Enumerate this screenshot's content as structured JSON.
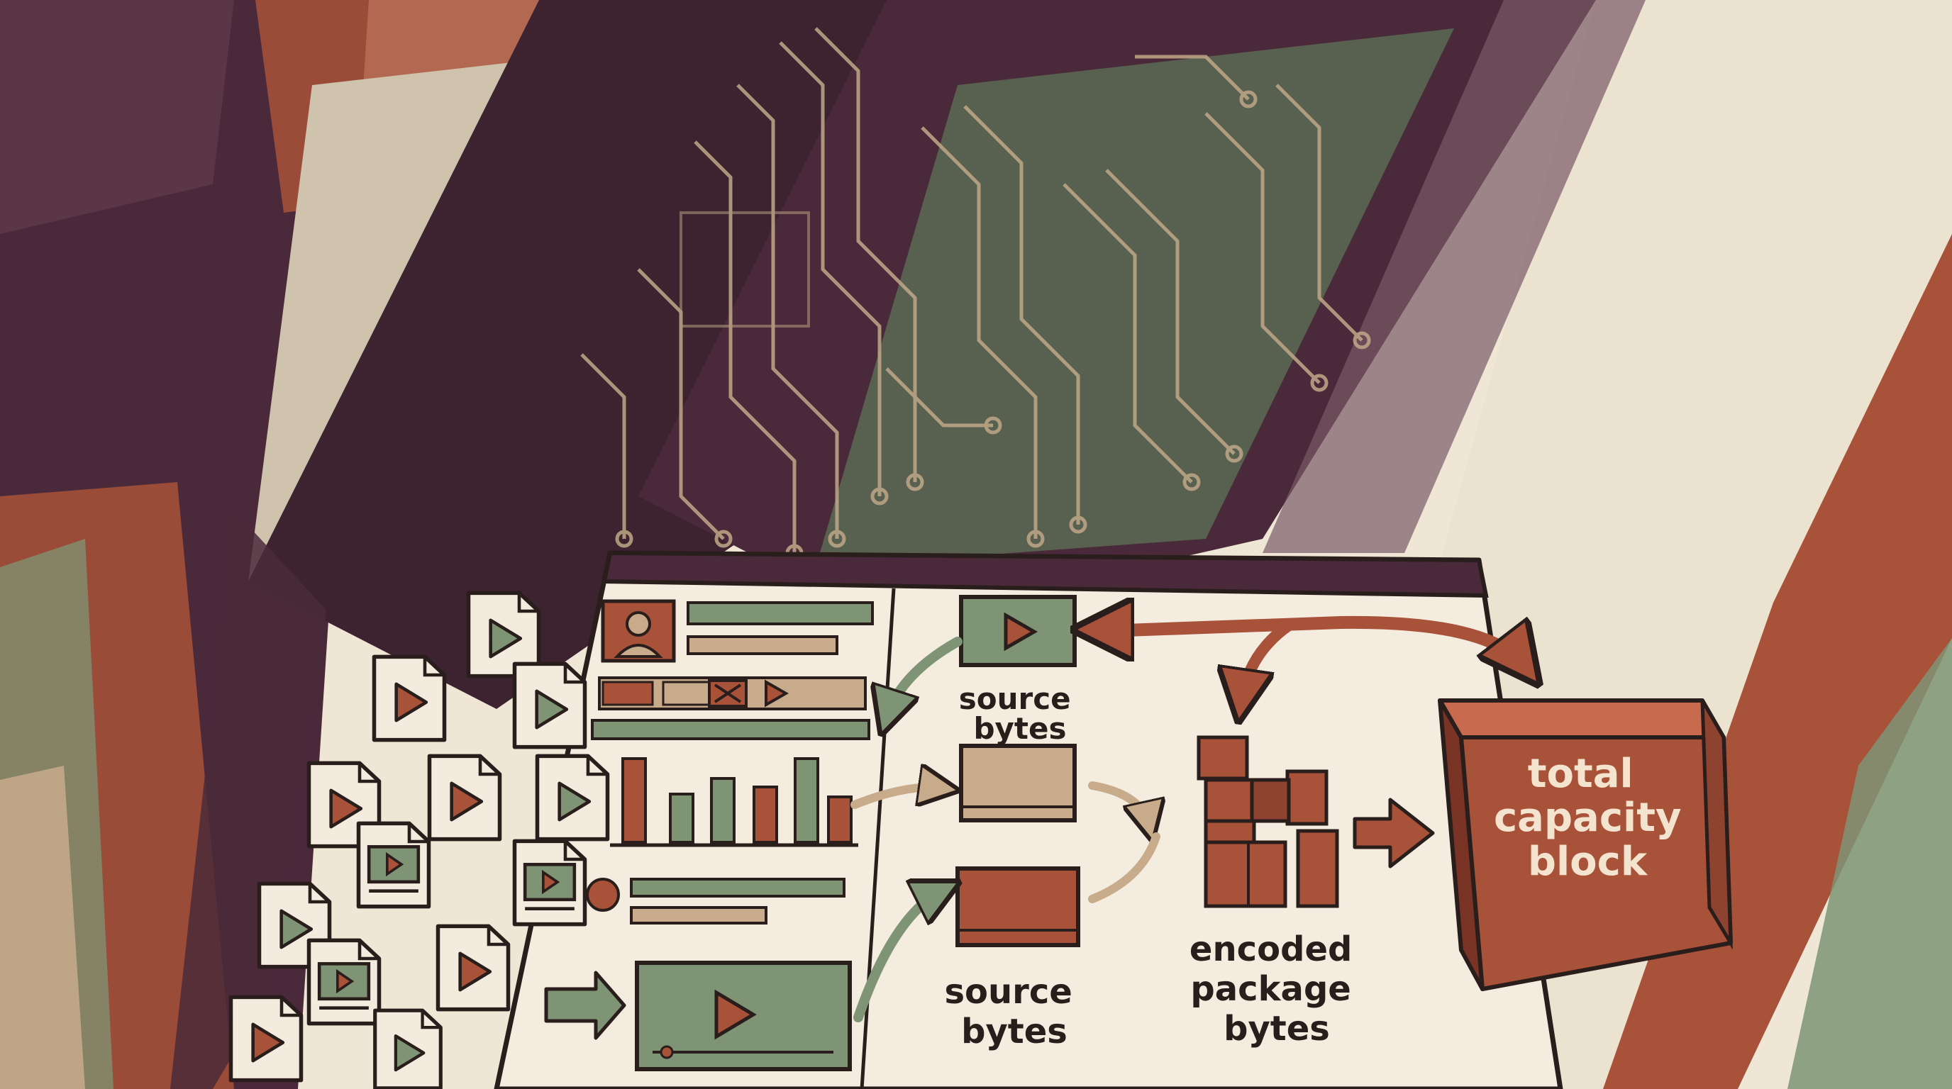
{
  "labels": {
    "source_top": [
      "source",
      "bytes"
    ],
    "source_bottom": [
      "source",
      "bytes"
    ],
    "encoded": [
      "encoded",
      "package",
      "bytes"
    ],
    "capacity": [
      "total",
      "capacity",
      "block"
    ]
  },
  "colors": {
    "paper": "#efe6d6",
    "plum": "#4a2a3a",
    "rust": "#a8523a",
    "sage": "#7e9474",
    "tan": "#c7ab8b",
    "ink": "#2a1e1c"
  },
  "icons": {
    "video_file": "play-triangle-document",
    "avatar": "person-silhouette",
    "circuit": "circuit-board-traces",
    "arrow": "hand-drawn-arrow"
  }
}
